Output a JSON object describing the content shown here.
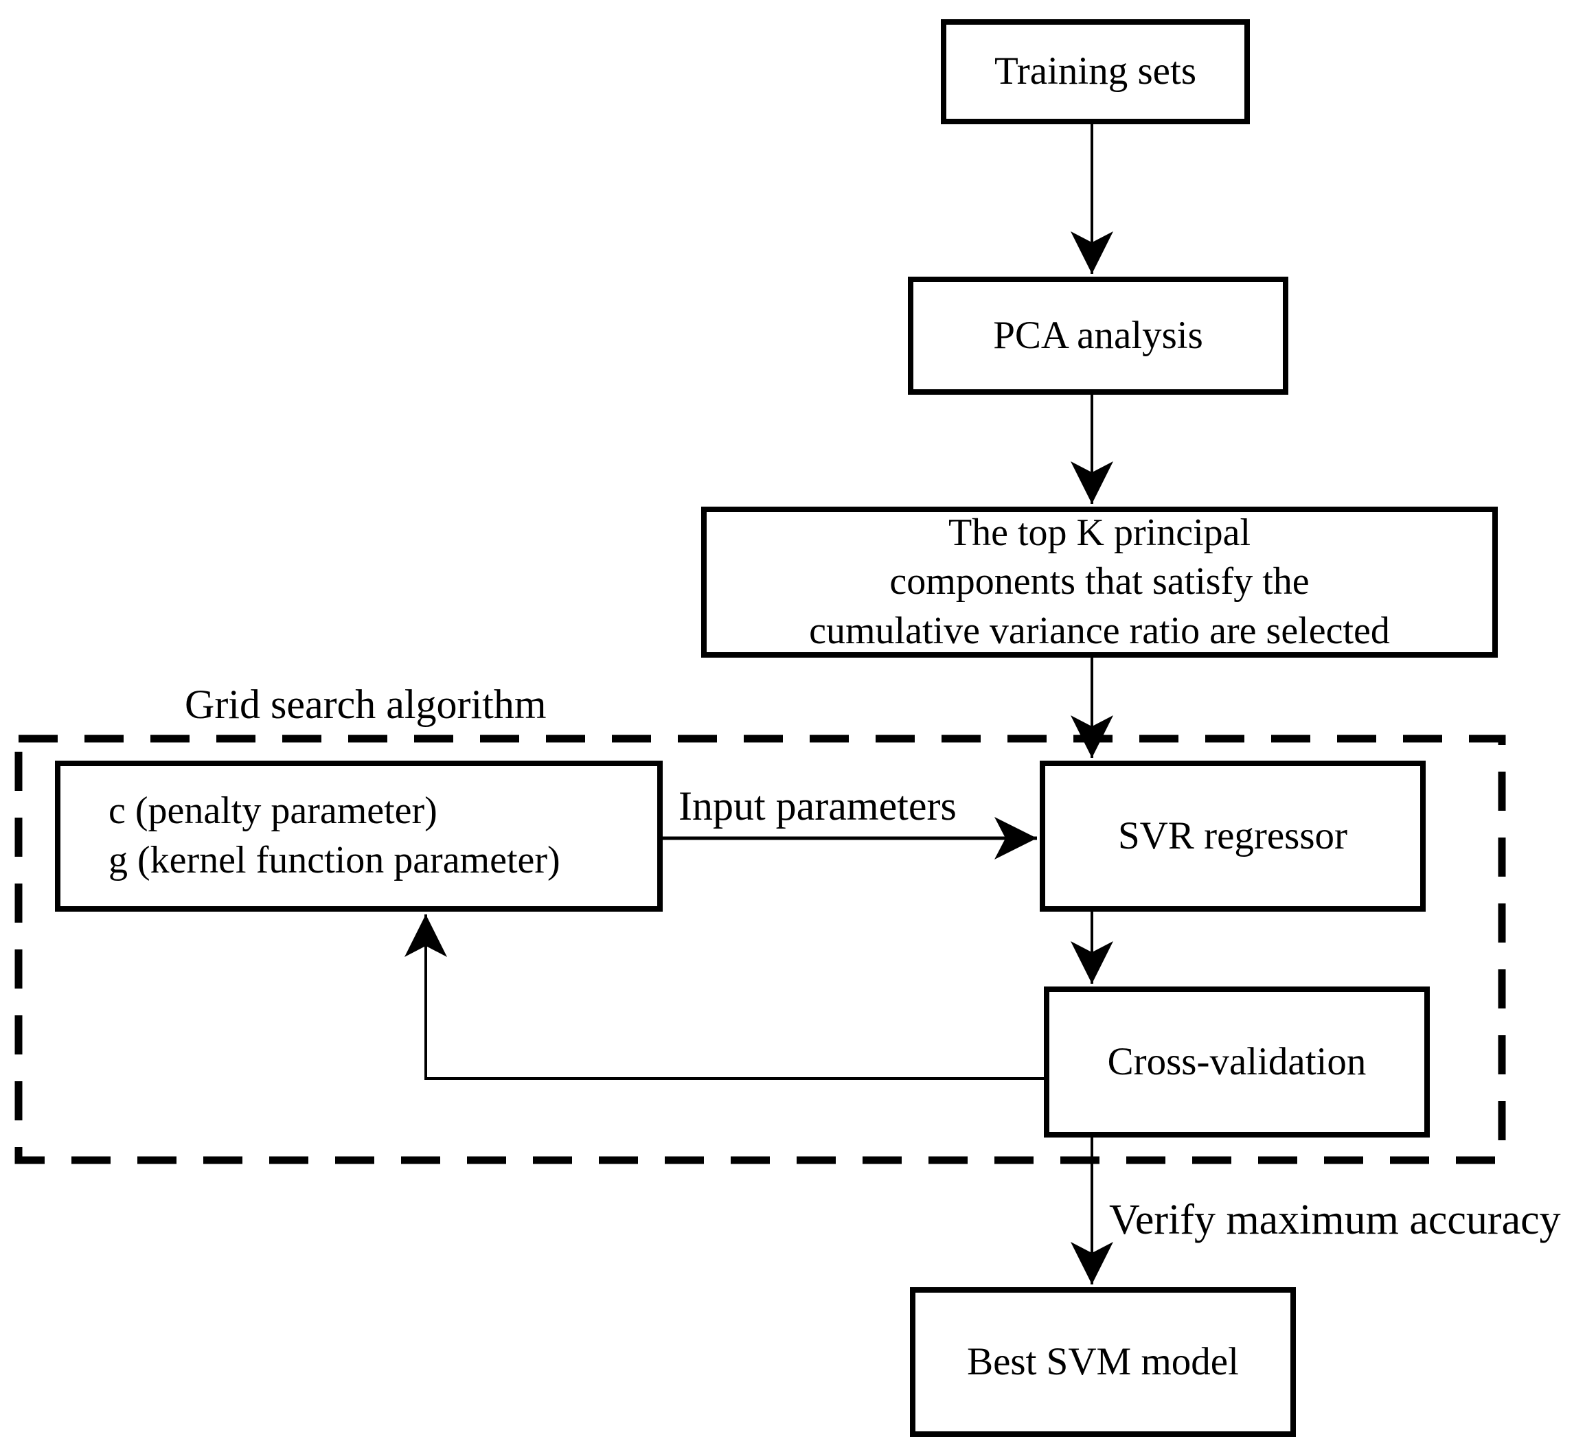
{
  "figure": {
    "type": "flowchart",
    "background_color": "#ffffff",
    "line_color": "#000000",
    "text_color": "#000000"
  },
  "nodes": {
    "training_sets": {
      "label": "Training sets"
    },
    "pca_analysis": {
      "label": "PCA analysis"
    },
    "top_k_selection": {
      "label": "The top K principal\ncomponents that satisfy the\ncumulative variance ratio are selected"
    },
    "parameters": {
      "label": "c (penalty parameter)\ng (kernel function parameter)"
    },
    "svr_regressor": {
      "label": "SVR regressor"
    },
    "cross_validation": {
      "label": "Cross-validation"
    },
    "best_svm_model": {
      "label": "Best SVM model"
    }
  },
  "annotations": {
    "grid_search_container": "Grid search algorithm",
    "input_parameters_edge": "Input parameters",
    "verify_accuracy_edge": "Verify maximum accuracy"
  },
  "edges": [
    {
      "from": "training_sets",
      "to": "pca_analysis",
      "label": ""
    },
    {
      "from": "pca_analysis",
      "to": "top_k_selection",
      "label": ""
    },
    {
      "from": "top_k_selection",
      "to": "svr_regressor",
      "label": ""
    },
    {
      "from": "parameters",
      "to": "svr_regressor",
      "label": "Input parameters"
    },
    {
      "from": "svr_regressor",
      "to": "cross_validation",
      "label": ""
    },
    {
      "from": "cross_validation",
      "to": "parameters",
      "label": "",
      "type": "feedback"
    },
    {
      "from": "cross_validation",
      "to": "best_svm_model",
      "label": "Verify maximum accuracy"
    }
  ],
  "container": {
    "label": "Grid search algorithm",
    "contains": [
      "parameters",
      "svr_regressor",
      "cross_validation"
    ]
  }
}
